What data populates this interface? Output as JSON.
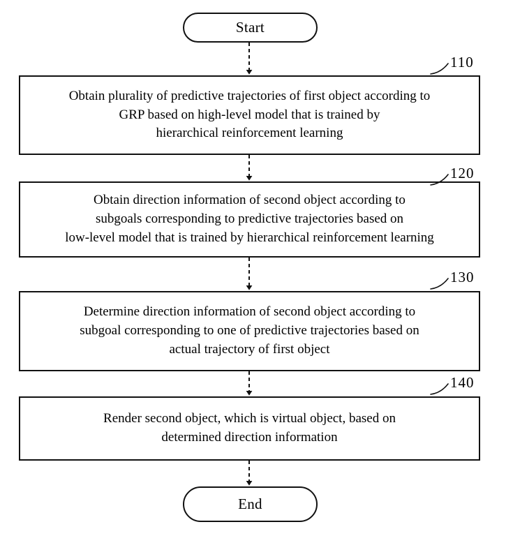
{
  "figure": {
    "type": "flowchart",
    "orientation": "top-to-bottom",
    "background_color": "#ffffff",
    "line_color": "#111111",
    "connector_style": "dashed-with-solid-arrowhead"
  },
  "terminators": {
    "start": {
      "label": "Start",
      "shape": "rounded-capsule"
    },
    "end": {
      "label": "End",
      "shape": "rounded-capsule"
    }
  },
  "steps": [
    {
      "ref": "110",
      "text": "Obtain plurality of predictive trajectories of first object according to\nGRP based on high-level model that is trained by\nhierarchical reinforcement learning",
      "lines": [
        "Obtain plurality of predictive trajectories of first object according to",
        "GRP based on high-level model that is trained by",
        "hierarchical reinforcement learning"
      ]
    },
    {
      "ref": "120",
      "text": "Obtain direction information of second object according to\nsubgoals corresponding to predictive trajectories based on\nlow-level model that is trained by hierarchical reinforcement learning",
      "lines": [
        "Obtain direction information of second object according to",
        "subgoals corresponding to predictive trajectories based on",
        "low-level model that is trained by hierarchical reinforcement learning"
      ]
    },
    {
      "ref": "130",
      "text": "Determine direction information of second object according to\nsubgoal corresponding to one of predictive trajectories based on\nactual trajectory of first object",
      "lines": [
        "Determine direction information of second object according to",
        "subgoal corresponding to one of predictive trajectories based on",
        "actual trajectory of first object"
      ]
    },
    {
      "ref": "140",
      "text": "Render second object, which is virtual object, based on\ndetermined direction information",
      "lines": [
        "Render second object, which is virtual object, based on",
        "determined direction information"
      ]
    }
  ],
  "connectors": [
    {
      "from": "start",
      "to": "110"
    },
    {
      "from": "110",
      "to": "120"
    },
    {
      "from": "120",
      "to": "130"
    },
    {
      "from": "130",
      "to": "140"
    },
    {
      "from": "140",
      "to": "end"
    }
  ]
}
